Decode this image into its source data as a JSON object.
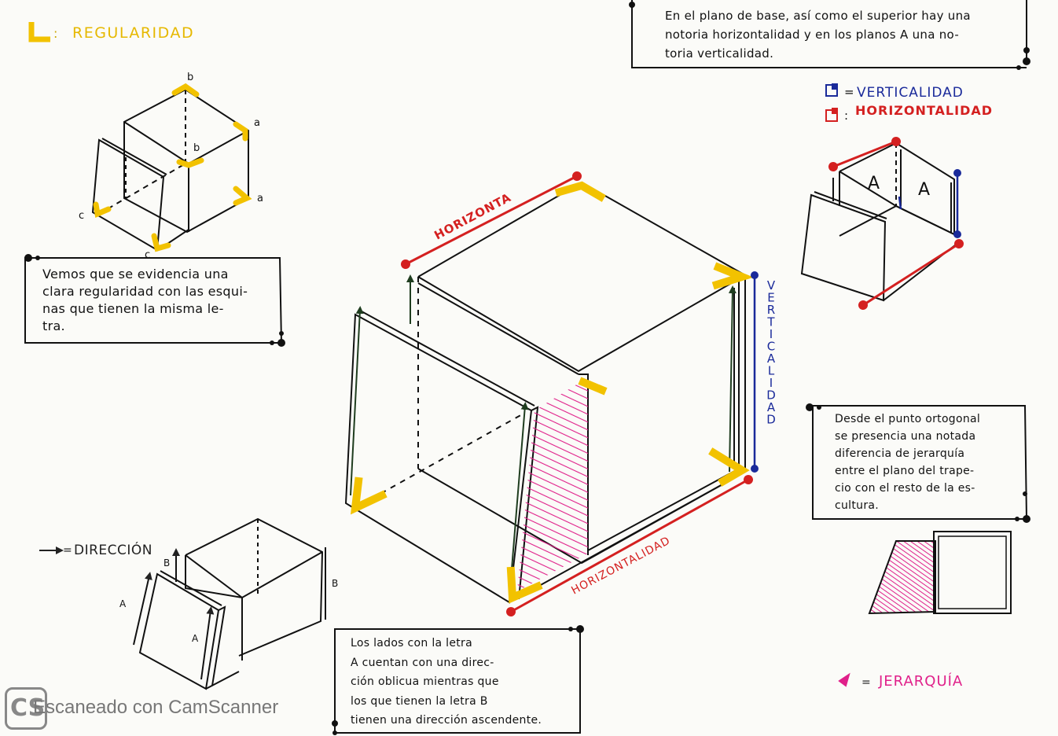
{
  "legend": {
    "regularidad": {
      "symbol": "L",
      "sep": ":",
      "label": "REGULARIDAD",
      "color": "#f2c200"
    },
    "verticalidad": {
      "sep": "=",
      "label": "VERTICALIDAD",
      "color": "#1a2a9a"
    },
    "horizontalidad": {
      "sep": ":",
      "label": "HORIZONTALIDAD",
      "color": "#d42020"
    },
    "direccion": {
      "sep": "=",
      "label": "DIRECCIÓN",
      "color": "#222222"
    },
    "jerarquia": {
      "sep": "=",
      "label": "JERARQUÍA",
      "color": "#e0208a"
    }
  },
  "notes": {
    "top_right": "En el plano de base, así como el superior hay una\nnotoria horizontalidad y en los planos A una no-\ntoria verticalidad.",
    "regularity": "Vemos que se evidencia una\nclara regularidad con las esqui-\nnas que tienen la misma le-\ntra.",
    "hierarchy": "Desde el punto ortogonal\nse presencia una notada\ndiferencia de jerarquía\nentre el plano del trape-\ncio con el resto de la es-\ncultura.",
    "direction": "Los lados con la letra\nA cuentan con una direc-\nción oblicua mientras que\nlos que tienen la letra B\ntienen una dirección ascendente."
  },
  "main_labels": {
    "horizonta": "HORIZONTA",
    "horizontalidad": "HORIZONTALIDAD",
    "verticalidad": "VERTICALIDAD"
  },
  "corner_letters": {
    "a": "a",
    "b": "b",
    "c": "c"
  },
  "plane_letters": {
    "A": "A",
    "B": "B"
  },
  "watermark": {
    "logo": "CS",
    "text": "Escaneado con CamScanner"
  }
}
